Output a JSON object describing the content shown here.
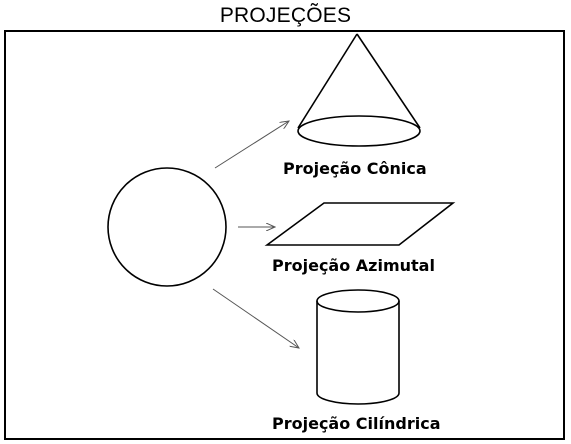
{
  "title": "PROJEÇÕES",
  "projections": {
    "conic": "Projeção Cônica",
    "azimuthal": "Projeção Azimutal",
    "cylindrical": "Projeção Cilíndrica"
  }
}
